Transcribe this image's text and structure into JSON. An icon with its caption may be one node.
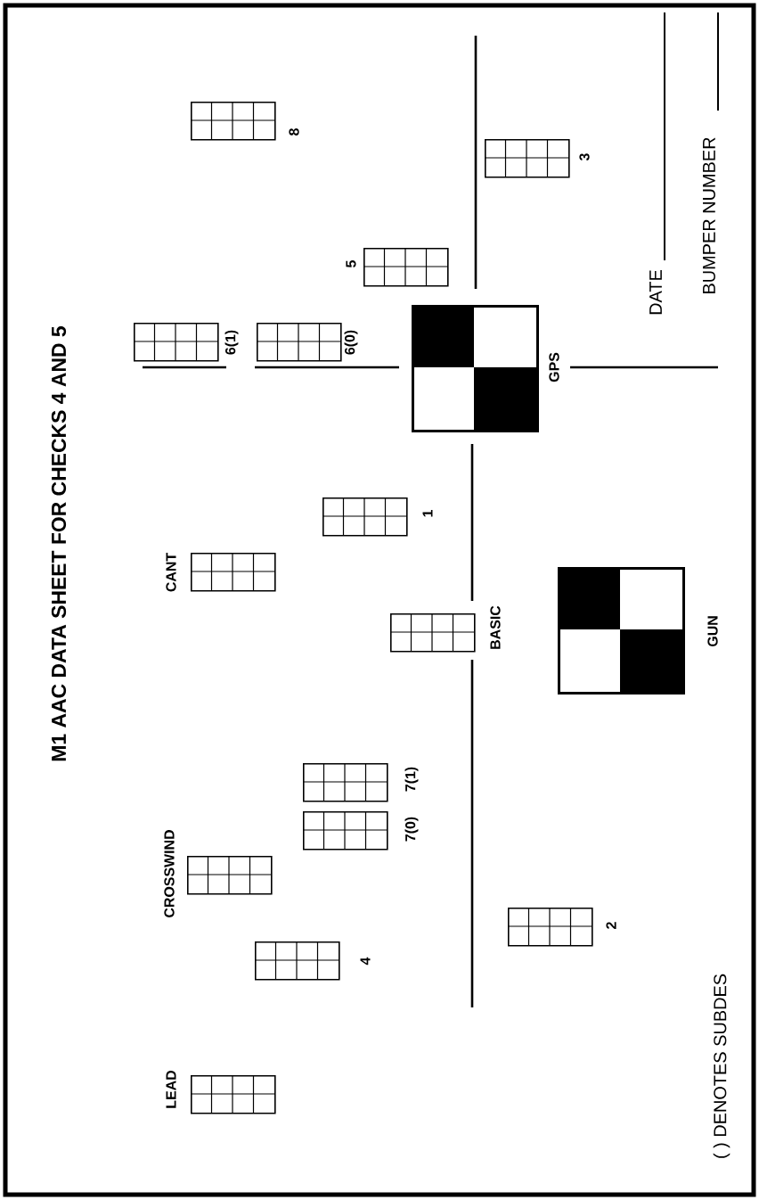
{
  "diagram": {
    "title": "M1 AAC DATA SHEET FOR CHECKS 4 AND 5",
    "nodes": [
      {
        "text": [],
        "shape": "box",
        "beside": [
          "8"
        ]
      },
      {
        "text": [],
        "shape": "box",
        "beside": [
          "3"
        ]
      },
      {
        "text": [],
        "shape": "box",
        "beside": [
          "5"
        ]
      },
      {
        "text": [],
        "shape": "box",
        "beside": [
          "6(1)"
        ]
      },
      {
        "text": [],
        "shape": "box",
        "beside": [
          "6(0)"
        ]
      },
      {
        "text": [],
        "shape": "box",
        "beside": [
          "GPS"
        ]
      },
      {
        "text": [],
        "shape": "box",
        "beside": [
          "1"
        ]
      },
      {
        "text": [],
        "shape": "box",
        "beside": [
          "CANT"
        ]
      },
      {
        "text": [],
        "shape": "box",
        "beside": [
          "BASIC"
        ]
      },
      {
        "text": [],
        "shape": "box",
        "beside": [
          "GUN"
        ]
      },
      {
        "text": [],
        "shape": "box",
        "beside": [
          "7(1)"
        ]
      },
      {
        "text": [],
        "shape": "box",
        "beside": [
          "7(0)"
        ]
      },
      {
        "text": [],
        "shape": "box",
        "beside": [
          "CROSSWIND"
        ]
      },
      {
        "text": [],
        "shape": "box",
        "beside": [
          "2"
        ]
      },
      {
        "text": [],
        "shape": "box",
        "beside": [
          "4"
        ]
      },
      {
        "text": [],
        "shape": "box",
        "beside": [
          "LEAD"
        ]
      }
    ],
    "labels": [
      "DATE",
      "BUMPER NUMBER",
      "( ) DENOTES SUBDES"
    ]
  }
}
